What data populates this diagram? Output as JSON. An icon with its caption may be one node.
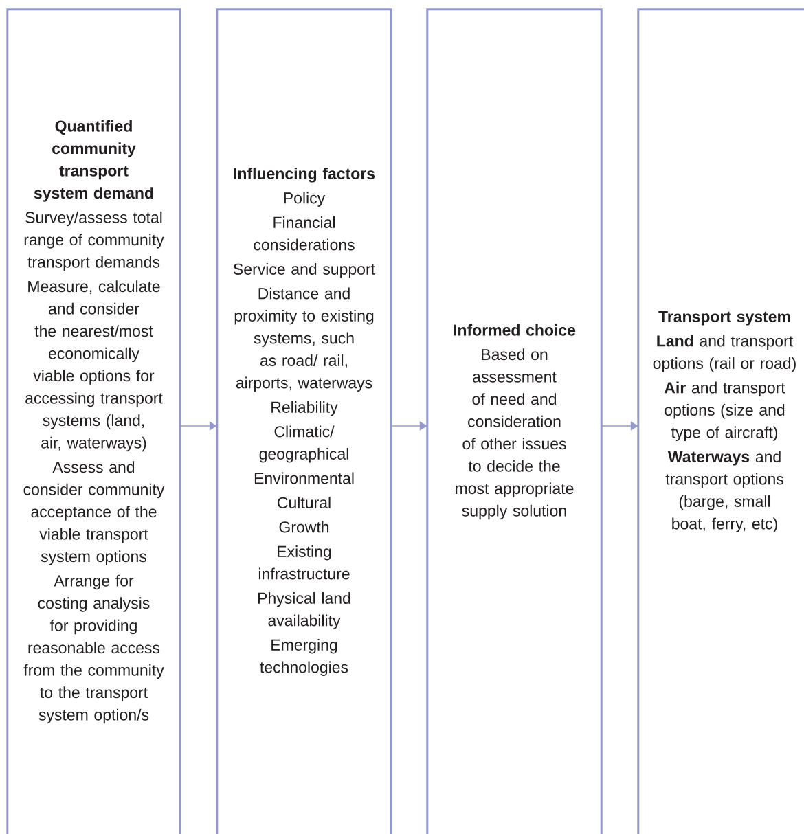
{
  "diagram": {
    "nodes": [
      {
        "text": [
          "Quantified community transport system demand",
          "Survey/assess total range of community transport demands",
          "Measure, calculate and consider the nearest/most economically viable options for accessing transport systems (land, air, waterways)",
          "Assess and consider community acceptance of the viable transport system options",
          "Arrange for costing analysis for providing reasonable access from the community to the transport system option/s"
        ]
      },
      {
        "text": [
          "Influencing factors",
          "Policy",
          "Financial considerations",
          "Service and support",
          "Distance and proximity to existing systems, such as road/ rail, airports, waterways",
          "Reliability",
          "Climatic/ geographical",
          "Environmental",
          "Cultural",
          "Growth",
          "Existing infrastructure",
          "Physical land availability",
          "Emerging technologies"
        ]
      },
      {
        "text": [
          "Informed choice",
          "Based on assessment of need and consideration of other issues to decide the most appropriate supply solution"
        ]
      },
      {
        "text": [
          "Transport system",
          "**Land** and transport options (rail or road)",
          "**Air** and transport options (size and type of aircraft)",
          "**Waterways** and transport options (barge, small boat, ferry, etc)"
        ]
      }
    ],
    "edges": [
      {
        "from": 0,
        "to": 1,
        "arrow": "to"
      },
      {
        "from": 1,
        "to": 2,
        "arrow": "to"
      },
      {
        "from": 2,
        "to": 3,
        "arrow": "to"
      }
    ]
  }
}
